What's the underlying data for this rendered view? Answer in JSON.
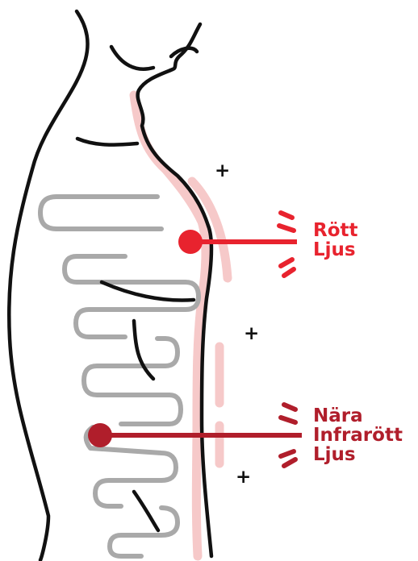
{
  "labels": {
    "red_light": [
      "Rött",
      "Ljus"
    ],
    "near_infrared": [
      "Nära",
      "Infrarött",
      "Ljus"
    ],
    "plus_marks": [
      "+",
      "+",
      "+"
    ]
  },
  "colors": {
    "red_light": "#e8232e",
    "near_infrared": "#b01e2b",
    "skin_glow": "#f6c9c9",
    "intestines": "#a9a9a9",
    "outline": "#111111"
  }
}
